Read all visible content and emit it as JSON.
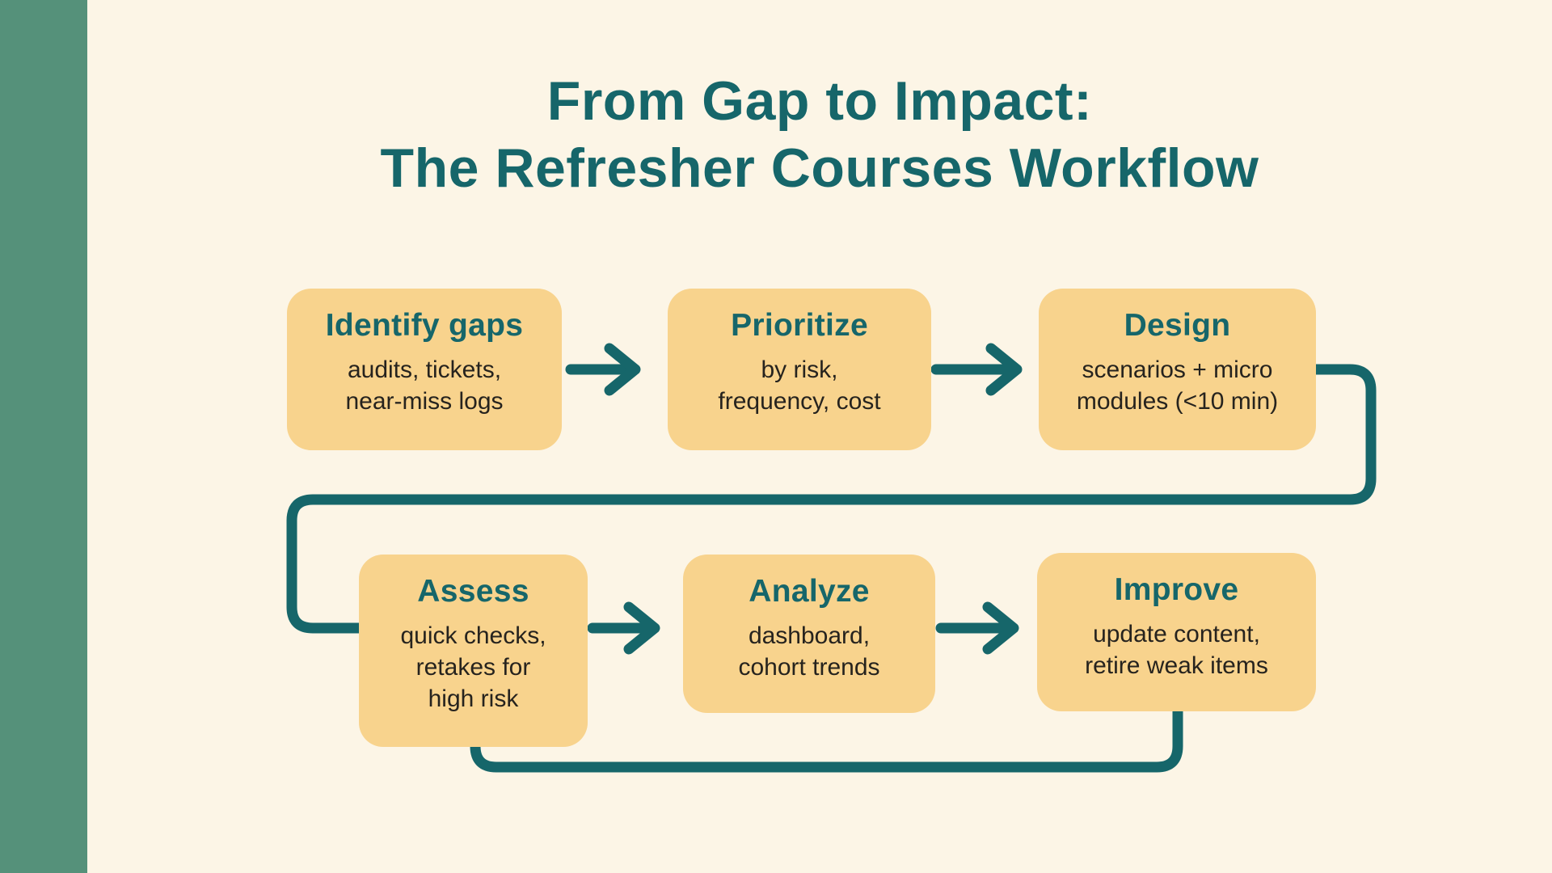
{
  "header": {
    "line1": "From Gap to Impact:",
    "line2": "The Refresher Courses Workflow"
  },
  "colors": {
    "background": "#FCF5E6",
    "accent_stripe_green": "#55917A",
    "box_yellow": "#F8D38D",
    "teal": "#16666A",
    "subtext_dark": "#26231E"
  },
  "steps": [
    {
      "title": "Identify gaps",
      "subtitle": "audits, tickets,\nnear-miss logs"
    },
    {
      "title": "Prioritize",
      "subtitle": "by risk,\nfrequency, cost"
    },
    {
      "title": "Design",
      "subtitle": "scenarios + micro\nmodules (<10 min)"
    },
    {
      "title": "Assess",
      "subtitle": "quick checks,\nretakes for\nhigh risk"
    },
    {
      "title": "Analyze",
      "subtitle": "dashboard,\ncohort trends"
    },
    {
      "title": "Improve",
      "subtitle": "update content,\nretire weak items"
    }
  ],
  "connectors": {
    "flow_arrows": "arrow-right",
    "wrap_connector": "design-to-assess",
    "feedback_loop": "improve-to-assess"
  }
}
